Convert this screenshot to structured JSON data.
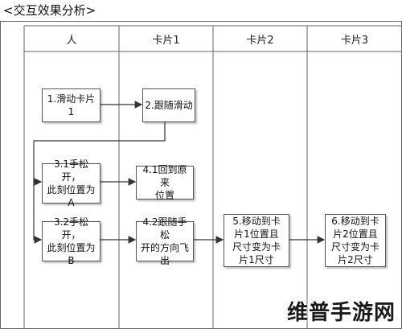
{
  "title": "<交互效果分析>",
  "columns": [
    "人",
    "卡片1",
    "卡片2",
    "卡片3"
  ],
  "boxes": {
    "b1": "1.滑动卡片1",
    "b2": "2.跟随滑动",
    "b31": "3.1手松开，\n此刻位置为\nA",
    "b41": "4.1回到原来\n位置",
    "b32": "3.2手松开，\n此刻位置为\nB",
    "b42": "4.2跟随手松\n开的方向飞\n出",
    "b5": "5.移动到卡\n片1位置且\n尺寸变为卡\n片1尺寸",
    "b6": "6.移动到卡\n片2位置且\n尺寸变为卡\n片2尺寸"
  },
  "watermark": "维普手游网"
}
